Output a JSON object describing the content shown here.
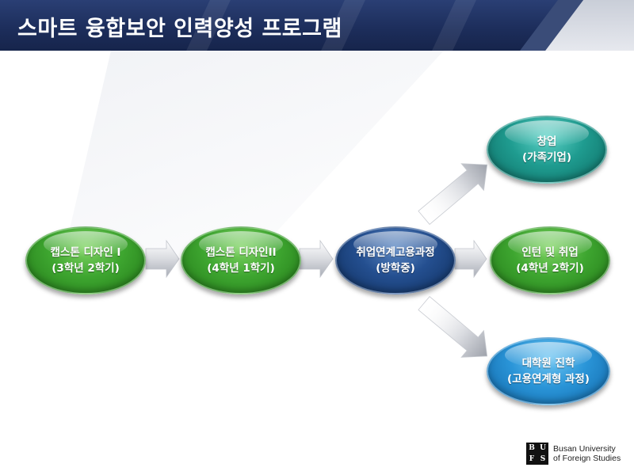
{
  "header": {
    "title": "스마트 융합보안 인력양성 프로그램"
  },
  "nodes": {
    "capstone1": {
      "line1": "캡스톤 디자인 I",
      "line2": "(3학년 2학기)"
    },
    "capstone2": {
      "line1": "캡스톤 디자인II",
      "line2": "(4학년 1학기)"
    },
    "employment_course": {
      "line1": "취업연계고용과정",
      "line2": "(방학중)"
    },
    "startup": {
      "line1": "창업",
      "line2": "(가족기업)"
    },
    "intern": {
      "line1": "인턴 및 취업",
      "line2": "(4학년 2학기)"
    },
    "graduate": {
      "line1": "대학원 진학",
      "line2": "(고용연계형 과정)"
    }
  },
  "logo": {
    "letters": [
      "B",
      "U",
      "F",
      "S"
    ],
    "line1": "Busan University",
    "line2": "of Foreign Studies"
  }
}
